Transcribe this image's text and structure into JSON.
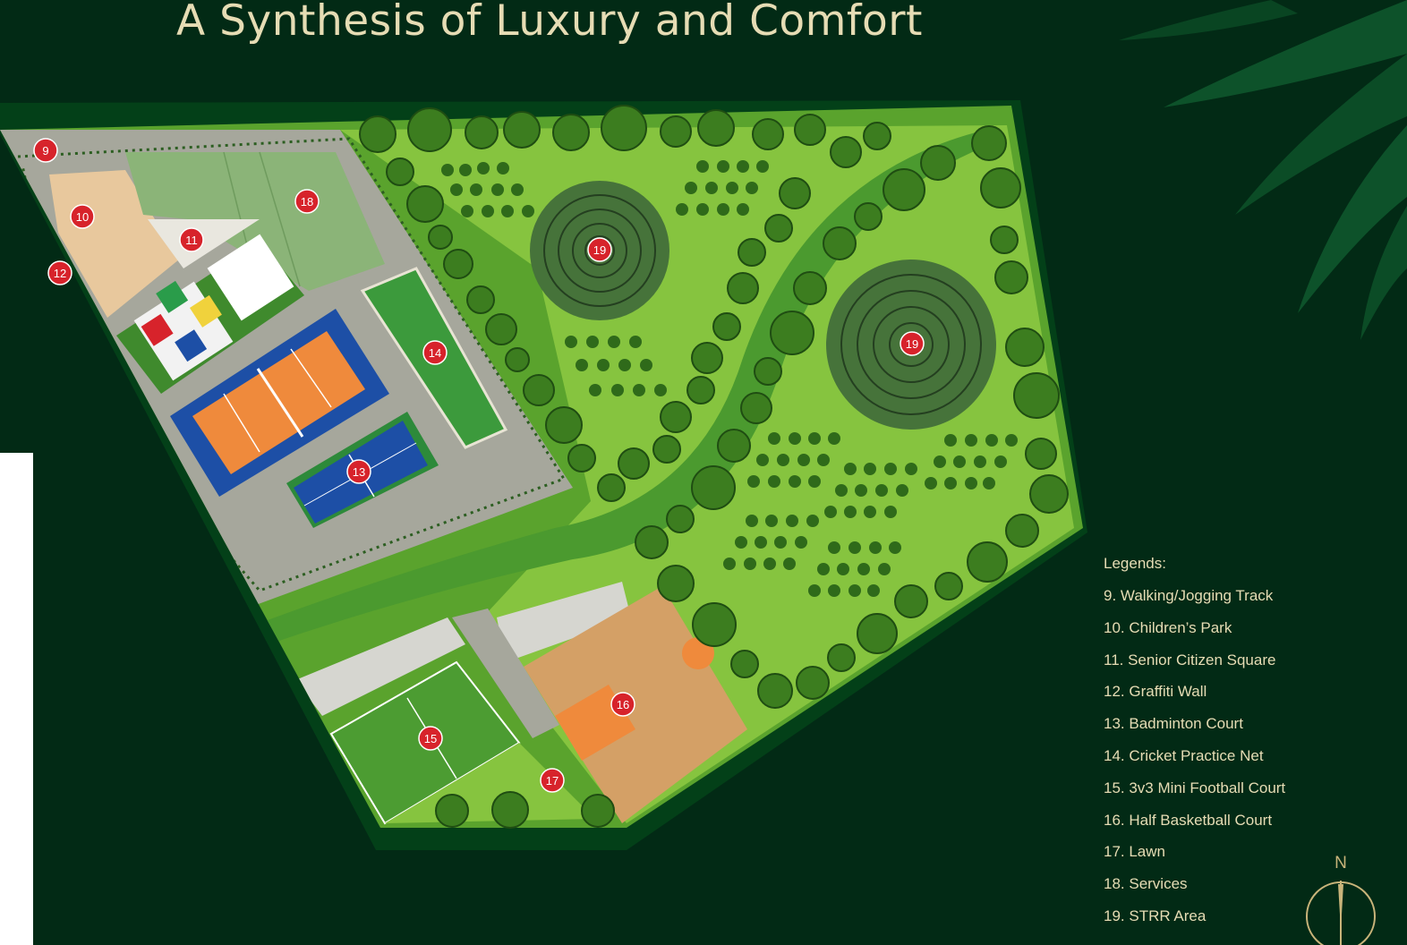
{
  "title": "A Synthesis of Luxury and Comfort",
  "legend": {
    "heading": "Legends:",
    "items": [
      "9. Walking/Jogging Track",
      "10. Children’s Park",
      "11. Senior Citizen Square",
      "12. Graffiti Wall",
      "13. Badminton Court",
      "14. Cricket Practice Net",
      "15. 3v3 Mini Football Court",
      "16. Half Basketball Court",
      "17. Lawn",
      "18. Services",
      "19. STRR Area"
    ]
  },
  "markers": [
    "9",
    "10",
    "11",
    "12",
    "13",
    "14",
    "15",
    "16",
    "17",
    "18",
    "19",
    "19"
  ],
  "compass": {
    "label": "N"
  },
  "colors": {
    "background": "#022a15",
    "title": "#e6dcb4",
    "legend_text": "#e6dcb4",
    "marker_fill": "#d7232b",
    "lawn": "#7fc13c",
    "path": "#9b9e93",
    "badminton": "#1d4fa6",
    "volleyball": "#ef8a3c",
    "basketball": "#d4a066",
    "compass": "#c9b47a"
  }
}
